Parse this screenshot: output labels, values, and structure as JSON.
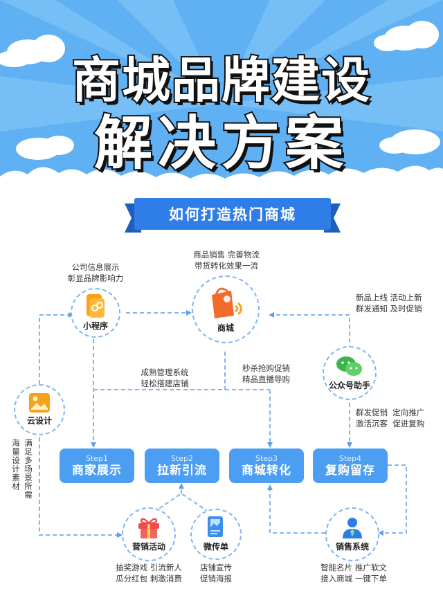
{
  "header": {
    "title_line1": "商城品牌建设",
    "title_line2": "解决方案"
  },
  "banner": {
    "text": "如何打造热门商城"
  },
  "colors": {
    "sky": "#5fb1f3",
    "banner": "#2f7de6",
    "step": "#4b9ef1",
    "dash": "#7fb5f0"
  },
  "nodes": {
    "mini_program": {
      "label": "小程序",
      "icon": "mini-program-icon",
      "note": [
        "公司信息展示",
        "彰显品牌影响力"
      ]
    },
    "mall": {
      "label": "商城",
      "icon": "shopping-bag-icon",
      "note": [
        "商品销售 完善物流",
        "带货转化效果一流"
      ]
    },
    "wechat_helper": {
      "label": "公众号助手",
      "icon": "wechat-icon",
      "note": [
        "新品上线 活动上新",
        "群发通知 及时促销"
      ]
    },
    "cloud_design": {
      "label": "云设计",
      "icon": "image-icon",
      "note_col1": "满足多场景所需",
      "note_col2": "海量设计素材"
    },
    "marketing": {
      "label": "营销活动",
      "icon": "gift-icon",
      "note": [
        "抽奖游戏 引流新人",
        "瓜分红包 刺激消费"
      ]
    },
    "micro_flyer": {
      "label": "微传单",
      "icon": "flyer-icon",
      "note": [
        "店铺宣传",
        "促销海报"
      ]
    },
    "sales_system": {
      "label": "销售系统",
      "icon": "salesperson-icon",
      "note": [
        "智能名片 推广软文",
        "接入商城 一键下单"
      ]
    }
  },
  "connector_notes": {
    "store": [
      "成熟管理系统",
      "轻松搭建店铺"
    ],
    "flash": [
      "秒杀抢购促销",
      "精品直播导购"
    ],
    "mass": [
      "群发促销  定向推广",
      "激活沉客  促进复购"
    ]
  },
  "steps": [
    {
      "no": "Step1",
      "title": "商家展示"
    },
    {
      "no": "Step2",
      "title": "拉新引流"
    },
    {
      "no": "Step3",
      "title": "商城转化"
    },
    {
      "no": "Step4",
      "title": "复购留存"
    }
  ]
}
